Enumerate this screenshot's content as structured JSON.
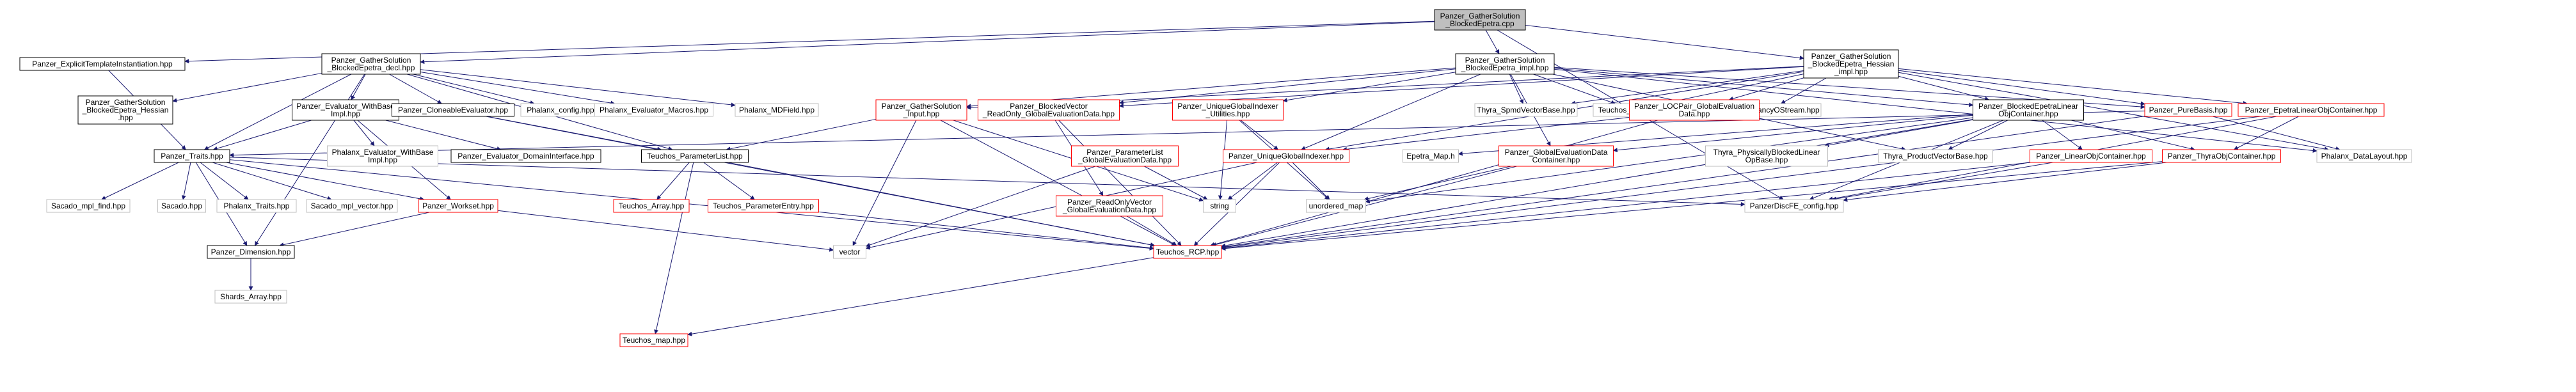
{
  "colors": {
    "root_fill": "#bfbfbf",
    "internal_border": "#000000",
    "missing_border": "#ff0000",
    "external_border": "#bfbfbf",
    "edge": "#191970"
  },
  "nodes": [
    {
      "id": "root",
      "lines": [
        "Panzer_GatherSolution",
        "_BlockedEpetra.cpp"
      ],
      "kind": "root"
    },
    {
      "id": "explicit",
      "lines": [
        "Panzer_ExplicitTemplateInstantiation.hpp"
      ],
      "kind": "internal"
    },
    {
      "id": "decl",
      "lines": [
        "Panzer_GatherSolution",
        "_BlockedEpetra_decl.hpp"
      ],
      "kind": "internal"
    },
    {
      "id": "impl",
      "lines": [
        "Panzer_GatherSolution",
        "_BlockedEpetra_impl.hpp"
      ],
      "kind": "internal"
    },
    {
      "id": "hessimpl",
      "lines": [
        "Panzer_GatherSolution",
        "_BlockedEpetra_Hessian",
        "_impl.hpp"
      ],
      "kind": "internal"
    },
    {
      "id": "hessian",
      "lines": [
        "Panzer_GatherSolution",
        "_BlockedEpetra_Hessian",
        ".hpp"
      ],
      "kind": "internal"
    },
    {
      "id": "evalbase",
      "lines": [
        "Panzer_Evaluator_WithBase",
        "Impl.hpp"
      ],
      "kind": "internal"
    },
    {
      "id": "cloneable",
      "lines": [
        "Panzer_CloneableEvaluator.hpp"
      ],
      "kind": "internal"
    },
    {
      "id": "phconfig",
      "lines": [
        "Phalanx_config.hpp"
      ],
      "kind": "external"
    },
    {
      "id": "phmacros",
      "lines": [
        "Phalanx_Evaluator_Macros.hpp"
      ],
      "kind": "external"
    },
    {
      "id": "mdfield",
      "lines": [
        "Phalanx_MDField.hpp"
      ],
      "kind": "external"
    },
    {
      "id": "gsinput",
      "lines": [
        "Panzer_GatherSolution",
        "_Input.hpp"
      ],
      "kind": "missing"
    },
    {
      "id": "bvro",
      "lines": [
        "Panzer_BlockedVector",
        "_ReadOnly_GlobalEvaluationData.hpp"
      ],
      "kind": "missing"
    },
    {
      "id": "ugiutil",
      "lines": [
        "Panzer_UniqueGlobalIndexer",
        "_Utilities.hpp"
      ],
      "kind": "missing"
    },
    {
      "id": "spmd",
      "lines": [
        "Thyra_SpmdVectorBase.hpp"
      ],
      "kind": "external"
    },
    {
      "id": "tasset",
      "lines": [
        "Teuchos_Assert.hpp"
      ],
      "kind": "external"
    },
    {
      "id": "fancy",
      "lines": [
        "Teuchos_FancyOStream.hpp"
      ],
      "kind": "external"
    },
    {
      "id": "locpair",
      "lines": [
        "Panzer_LOCPair_GlobalEvaluation",
        "Data.hpp"
      ],
      "kind": "missing"
    },
    {
      "id": "bel",
      "lines": [
        "Panzer_BlockedEpetraLinear",
        "ObjContainer.hpp"
      ],
      "kind": "internal"
    },
    {
      "id": "purebasis",
      "lines": [
        "Panzer_PureBasis.hpp"
      ],
      "kind": "missing"
    },
    {
      "id": "epetralin",
      "lines": [
        "Panzer_EpetraLinearObjContainer.hpp"
      ],
      "kind": "missing"
    },
    {
      "id": "traits",
      "lines": [
        "Panzer_Traits.hpp"
      ],
      "kind": "internal"
    },
    {
      "id": "evalbaseph",
      "lines": [
        "Phalanx_Evaluator_WithBase",
        "Impl.hpp"
      ],
      "kind": "external"
    },
    {
      "id": "evaldomain",
      "lines": [
        "Panzer_Evaluator_DomainInterface.hpp"
      ],
      "kind": "internal"
    },
    {
      "id": "plist",
      "lines": [
        "Teuchos_ParameterList.hpp"
      ],
      "kind": "internal"
    },
    {
      "id": "pllist",
      "lines": [
        "Panzer_ParameterList",
        "_GlobalEvaluationData.hpp"
      ],
      "kind": "missing"
    },
    {
      "id": "ugi",
      "lines": [
        "Panzer_UniqueGlobalIndexer.hpp"
      ],
      "kind": "missing"
    },
    {
      "id": "epetramap",
      "lines": [
        "Epetra_Map.h"
      ],
      "kind": "external"
    },
    {
      "id": "gedc",
      "lines": [
        "Panzer_GlobalEvaluationData",
        "Container.hpp"
      ],
      "kind": "missing"
    },
    {
      "id": "physblocked",
      "lines": [
        "Thyra_PhysicallyBlockedLinear",
        "OpBase.hpp"
      ],
      "kind": "external"
    },
    {
      "id": "prodvec",
      "lines": [
        "Thyra_ProductVectorBase.hpp"
      ],
      "kind": "external"
    },
    {
      "id": "linobj",
      "lines": [
        "Panzer_LinearObjContainer.hpp"
      ],
      "kind": "missing"
    },
    {
      "id": "thyraobj",
      "lines": [
        "Panzer_ThyraObjContainer.hpp"
      ],
      "kind": "missing"
    },
    {
      "id": "phlayout",
      "lines": [
        "Phalanx_DataLayout.hpp"
      ],
      "kind": "external"
    },
    {
      "id": "sacadofind",
      "lines": [
        "Sacado_mpl_find.hpp"
      ],
      "kind": "external"
    },
    {
      "id": "sacado",
      "lines": [
        "Sacado.hpp"
      ],
      "kind": "external"
    },
    {
      "id": "phtraits",
      "lines": [
        "Phalanx_Traits.hpp"
      ],
      "kind": "external"
    },
    {
      "id": "sacadovec",
      "lines": [
        "Sacado_mpl_vector.hpp"
      ],
      "kind": "external"
    },
    {
      "id": "workset",
      "lines": [
        "Panzer_Workset.hpp"
      ],
      "kind": "missing"
    },
    {
      "id": "tarray",
      "lines": [
        "Teuchos_Array.hpp"
      ],
      "kind": "missing"
    },
    {
      "id": "pentry",
      "lines": [
        "Teuchos_ParameterEntry.hpp"
      ],
      "kind": "missing"
    },
    {
      "id": "rovec",
      "lines": [
        "Panzer_ReadOnlyVector",
        "_GlobalEvaluationData.hpp"
      ],
      "kind": "missing"
    },
    {
      "id": "unmap",
      "lines": [
        "unordered_map"
      ],
      "kind": "external"
    },
    {
      "id": "string",
      "lines": [
        "string"
      ],
      "kind": "external"
    },
    {
      "id": "discfe",
      "lines": [
        "PanzerDiscFE_config.hpp"
      ],
      "kind": "external"
    },
    {
      "id": "dimension",
      "lines": [
        "Panzer_Dimension.hpp"
      ],
      "kind": "internal"
    },
    {
      "id": "vector",
      "lines": [
        "vector"
      ],
      "kind": "external"
    },
    {
      "id": "rcp",
      "lines": [
        "Teuchos_RCP.hpp"
      ],
      "kind": "missing"
    },
    {
      "id": "shards",
      "lines": [
        "Shards_Array.hpp"
      ],
      "kind": "external"
    },
    {
      "id": "tmap",
      "lines": [
        "Teuchos_map.hpp"
      ],
      "kind": "missing"
    }
  ],
  "edges": [
    [
      "root",
      "explicit"
    ],
    [
      "root",
      "decl"
    ],
    [
      "root",
      "impl"
    ],
    [
      "root",
      "hessimpl"
    ],
    [
      "root",
      "discfe"
    ],
    [
      "explicit",
      "traits"
    ],
    [
      "decl",
      "hessian"
    ],
    [
      "decl",
      "evalbase"
    ],
    [
      "decl",
      "cloneable"
    ],
    [
      "decl",
      "phconfig"
    ],
    [
      "decl",
      "phmacros"
    ],
    [
      "decl",
      "mdfield"
    ],
    [
      "decl",
      "traits"
    ],
    [
      "decl",
      "plist"
    ],
    [
      "decl",
      "dimension"
    ],
    [
      "impl",
      "gsinput"
    ],
    [
      "impl",
      "bvro"
    ],
    [
      "impl",
      "ugiutil"
    ],
    [
      "impl",
      "spmd"
    ],
    [
      "impl",
      "tasset"
    ],
    [
      "impl",
      "bel"
    ],
    [
      "impl",
      "purebasis"
    ],
    [
      "impl",
      "ugi"
    ],
    [
      "impl",
      "gedc"
    ],
    [
      "impl",
      "prodvec"
    ],
    [
      "impl",
      "phlayout"
    ],
    [
      "hessimpl",
      "bvro"
    ],
    [
      "hessimpl",
      "spmd"
    ],
    [
      "hessimpl",
      "tasset"
    ],
    [
      "hessimpl",
      "fancy"
    ],
    [
      "hessimpl",
      "locpair"
    ],
    [
      "hessimpl",
      "bel"
    ],
    [
      "hessimpl",
      "purebasis"
    ],
    [
      "hessimpl",
      "epetralin"
    ],
    [
      "hessimpl",
      "ugi"
    ],
    [
      "hessimpl",
      "gsinput"
    ],
    [
      "hessimpl",
      "phlayout"
    ],
    [
      "evalbase",
      "evalbaseph"
    ],
    [
      "evalbase",
      "evaldomain"
    ],
    [
      "evalbase",
      "traits"
    ],
    [
      "evalbase",
      "workset"
    ],
    [
      "cloneable",
      "plist"
    ],
    [
      "cloneable",
      "rcp"
    ],
    [
      "gsinput",
      "plist"
    ],
    [
      "gsinput",
      "rcp"
    ],
    [
      "gsinput",
      "vector"
    ],
    [
      "gsinput",
      "string"
    ],
    [
      "bvro",
      "rovec"
    ],
    [
      "bvro",
      "rcp"
    ],
    [
      "ugiutil",
      "ugi"
    ],
    [
      "ugiutil",
      "unmap"
    ],
    [
      "ugiutil",
      "string"
    ],
    [
      "locpair",
      "ugi"
    ],
    [
      "locpair",
      "rcp"
    ],
    [
      "bel",
      "epetramap"
    ],
    [
      "bel",
      "physblocked"
    ],
    [
      "bel",
      "prodvec"
    ],
    [
      "bel",
      "linobj"
    ],
    [
      "bel",
      "thyraobj"
    ],
    [
      "bel",
      "discfe"
    ],
    [
      "bel",
      "gedc"
    ],
    [
      "bel",
      "rcp"
    ],
    [
      "bel",
      "unmap"
    ],
    [
      "purebasis",
      "phlayout"
    ],
    [
      "purebasis",
      "rcp"
    ],
    [
      "purebasis",
      "traits"
    ],
    [
      "epetralin",
      "thyraobj"
    ],
    [
      "epetralin",
      "discfe"
    ],
    [
      "epetralin",
      "rcp"
    ],
    [
      "traits",
      "sacadofind"
    ],
    [
      "traits",
      "sacado"
    ],
    [
      "traits",
      "phtraits"
    ],
    [
      "traits",
      "sacadovec"
    ],
    [
      "traits",
      "workset"
    ],
    [
      "traits",
      "dimension"
    ],
    [
      "traits",
      "discfe"
    ],
    [
      "traits",
      "rcp"
    ],
    [
      "plist",
      "tarray"
    ],
    [
      "plist",
      "pentry"
    ],
    [
      "plist",
      "rcp"
    ],
    [
      "plist",
      "tmap"
    ],
    [
      "pllist",
      "string"
    ],
    [
      "pllist",
      "vector"
    ],
    [
      "ugi",
      "unmap"
    ],
    [
      "ugi",
      "string"
    ],
    [
      "ugi",
      "vector"
    ],
    [
      "ugi",
      "rcp"
    ],
    [
      "gedc",
      "unmap"
    ],
    [
      "gedc",
      "rcp"
    ],
    [
      "linobj",
      "discfe"
    ],
    [
      "linobj",
      "rcp"
    ],
    [
      "thyraobj",
      "discfe"
    ],
    [
      "thyraobj",
      "rcp"
    ],
    [
      "workset",
      "vector"
    ],
    [
      "workset",
      "dimension"
    ],
    [
      "pentry",
      "rcp"
    ],
    [
      "rovec",
      "rcp"
    ],
    [
      "dimension",
      "shards"
    ],
    [
      "rcp",
      "tmap"
    ]
  ]
}
